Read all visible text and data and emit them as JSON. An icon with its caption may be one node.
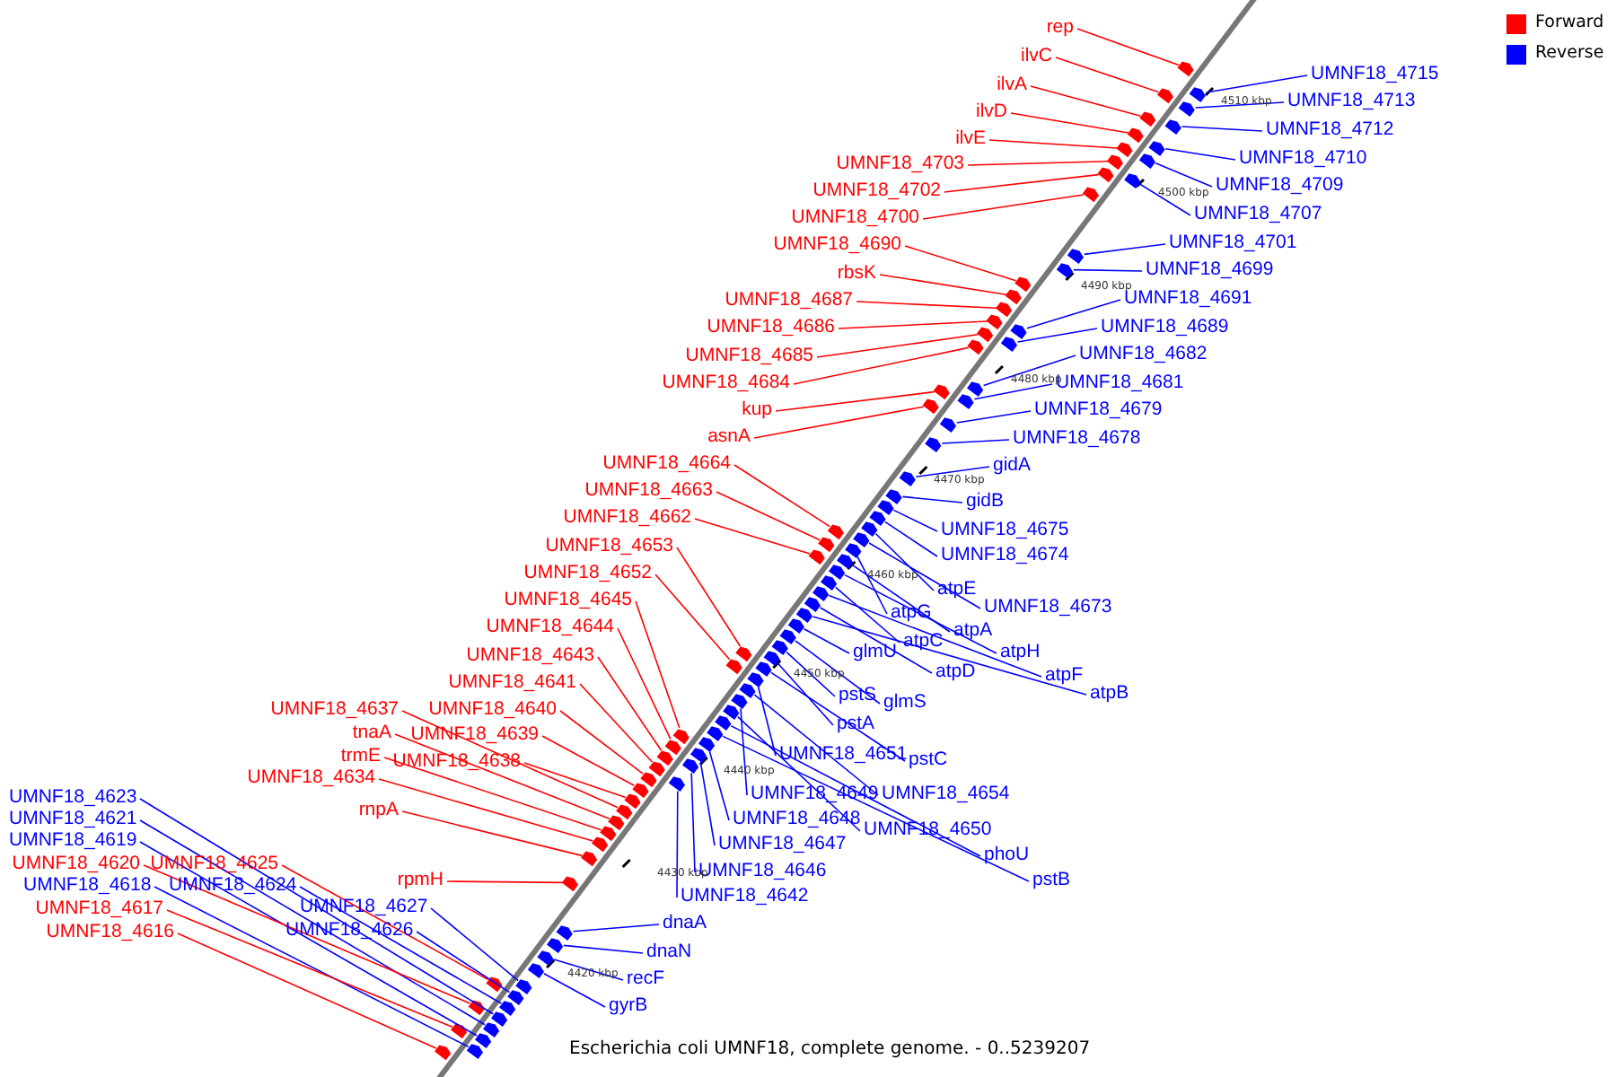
{
  "diagram": {
    "caption": "Escherichia coli UMNF18, complete genome. - 0..5239207",
    "nodes": [
      {
        "text": [
          "rep"
        ]
      },
      {
        "text": [
          "ilvC"
        ]
      },
      {
        "text": [
          "UMNF18_4715"
        ]
      },
      {
        "text": [
          "ilvA"
        ]
      },
      {
        "text": [
          "UMNF18_4713"
        ]
      },
      {
        "text": [
          "ilvD"
        ]
      },
      {
        "text": [
          "UMNF18_4712"
        ]
      },
      {
        "text": [
          "ilvE"
        ]
      },
      {
        "text": [
          "UMNF18_4710"
        ]
      },
      {
        "text": [
          "UMNF18_4703"
        ]
      },
      {
        "text": [
          "UMNF18_4709"
        ]
      },
      {
        "text": [
          "UMNF18_4702"
        ]
      },
      {
        "text": [
          "UMNF18_4707"
        ]
      },
      {
        "text": [
          "UMNF18_4700"
        ]
      },
      {
        "text": [
          "UMNF18_4701"
        ]
      },
      {
        "text": [
          "UMNF18_4690"
        ]
      },
      {
        "text": [
          "UMNF18_4699"
        ]
      },
      {
        "text": [
          "rbsK"
        ]
      },
      {
        "text": [
          "UMNF18_4691"
        ]
      },
      {
        "text": [
          "UMNF18_4687"
        ]
      },
      {
        "text": [
          "UMNF18_4689"
        ]
      },
      {
        "text": [
          "UMNF18_4686"
        ]
      },
      {
        "text": [
          "UMNF18_4682"
        ]
      },
      {
        "text": [
          "UMNF18_4685"
        ]
      },
      {
        "text": [
          "UMNF18_4681"
        ]
      },
      {
        "text": [
          "UMNF18_4684"
        ]
      },
      {
        "text": [
          "UMNF18_4679"
        ]
      },
      {
        "text": [
          "kup"
        ]
      },
      {
        "text": [
          "asnA"
        ]
      },
      {
        "text": [
          "UMNF18_4678"
        ]
      },
      {
        "text": [
          "UMNF18_4664"
        ]
      },
      {
        "text": [
          "gidA"
        ]
      },
      {
        "text": [
          "UMNF18_4663"
        ]
      },
      {
        "text": [
          "gidB"
        ]
      },
      {
        "text": [
          "UMNF18_4662"
        ]
      },
      {
        "text": [
          "UMNF18_4675"
        ]
      },
      {
        "text": [
          "UMNF18_4653"
        ]
      },
      {
        "text": [
          "UMNF18_4674"
        ]
      },
      {
        "text": [
          "UMNF18_4652"
        ]
      },
      {
        "text": [
          "atpE"
        ]
      },
      {
        "text": [
          "UMNF18_4645"
        ]
      },
      {
        "text": [
          "UMNF18_4673"
        ]
      },
      {
        "text": [
          "atpG"
        ]
      },
      {
        "text": [
          "UMNF18_4644"
        ]
      },
      {
        "text": [
          "atpA"
        ]
      },
      {
        "text": [
          "atpC"
        ]
      },
      {
        "text": [
          "atpH"
        ]
      },
      {
        "text": [
          "glmU"
        ]
      },
      {
        "text": [
          "UMNF18_4643"
        ]
      },
      {
        "text": [
          "atpD"
        ]
      },
      {
        "text": [
          "atpF"
        ]
      },
      {
        "text": [
          "UMNF18_4641"
        ]
      },
      {
        "text": [
          "atpB"
        ]
      },
      {
        "text": [
          "pstS"
        ]
      },
      {
        "text": [
          "glmS"
        ]
      },
      {
        "text": [
          "UMNF18_4637"
        ]
      },
      {
        "text": [
          "UMNF18_4640"
        ]
      },
      {
        "text": [
          "pstA"
        ]
      },
      {
        "text": [
          "tnaA"
        ]
      },
      {
        "text": [
          "UMNF18_4639"
        ]
      },
      {
        "text": [
          "UMNF18_4651"
        ]
      },
      {
        "text": [
          "trmE"
        ]
      },
      {
        "text": [
          "pstC"
        ]
      },
      {
        "text": [
          "UMNF18_4638"
        ]
      },
      {
        "text": [
          "UMNF18_4634"
        ]
      },
      {
        "text": [
          "UMNF18_4649"
        ]
      },
      {
        "text": [
          "UMNF18_4654"
        ]
      },
      {
        "text": [
          "UMNF18_4623"
        ]
      },
      {
        "text": [
          "rnpA"
        ]
      },
      {
        "text": [
          "UMNF18_4621"
        ]
      },
      {
        "text": [
          "UMNF18_4648"
        ]
      },
      {
        "text": [
          "UMNF18_4650"
        ]
      },
      {
        "text": [
          "UMNF18_4619"
        ]
      },
      {
        "text": [
          "UMNF18_4647"
        ]
      },
      {
        "text": [
          "phoU"
        ]
      },
      {
        "text": [
          "UMNF18_4620"
        ]
      },
      {
        "text": [
          "UMNF18_4625"
        ]
      },
      {
        "text": [
          "UMNF18_4646"
        ]
      },
      {
        "text": [
          "rpmH"
        ]
      },
      {
        "text": [
          "pstB"
        ]
      },
      {
        "text": [
          "UMNF18_4618"
        ]
      },
      {
        "text": [
          "UMNF18_4624"
        ]
      },
      {
        "text": [
          "UMNF18_4642"
        ]
      },
      {
        "text": [
          "UMNF18_4627"
        ]
      },
      {
        "text": [
          "UMNF18_4617"
        ]
      },
      {
        "text": [
          "dnaA"
        ]
      },
      {
        "text": [
          "UMNF18_4626"
        ]
      },
      {
        "text": [
          "UMNF18_4616"
        ]
      },
      {
        "text": [
          "dnaN"
        ]
      },
      {
        "text": [
          "recF"
        ]
      },
      {
        "text": [
          "gyrB"
        ]
      },
      {
        "text": [],
        "shape": "box"
      },
      {
        "text": [],
        "shape": "box"
      },
      {
        "text": [],
        "shape": "box"
      },
      {
        "text": [],
        "shape": "box"
      },
      {
        "text": [],
        "shape": "box"
      },
      {
        "text": [],
        "shape": "box"
      },
      {
        "text": [],
        "shape": "box"
      },
      {
        "text": [],
        "shape": "box"
      },
      {
        "text": [],
        "shape": "box"
      },
      {
        "text": [],
        "shape": "box"
      },
      {
        "text": [],
        "shape": "box"
      },
      {
        "text": [],
        "shape": "box"
      },
      {
        "text": [],
        "shape": "box"
      },
      {
        "text": [],
        "shape": "box"
      },
      {
        "text": [],
        "shape": "box"
      },
      {
        "text": [],
        "shape": "box"
      },
      {
        "text": [],
        "shape": "box"
      },
      {
        "text": [],
        "shape": "box"
      },
      {
        "text": [],
        "shape": "box"
      },
      {
        "text": [],
        "shape": "box"
      },
      {
        "text": [],
        "shape": "box"
      },
      {
        "text": [],
        "shape": "box"
      },
      {
        "text": [],
        "shape": "box"
      },
      {
        "text": [],
        "shape": "box"
      },
      {
        "text": [],
        "shape": "box"
      },
      {
        "text": [],
        "shape": "box"
      },
      {
        "text": [],
        "shape": "box"
      },
      {
        "text": [],
        "shape": "box"
      },
      {
        "text": [],
        "shape": "box"
      },
      {
        "text": [],
        "shape": "box"
      },
      {
        "text": [],
        "shape": "box"
      },
      {
        "text": [],
        "shape": "box"
      },
      {
        "text": [],
        "shape": "box"
      },
      {
        "text": [],
        "shape": "box"
      },
      {
        "text": [],
        "shape": "box"
      },
      {
        "text": [],
        "shape": "box"
      },
      {
        "text": [],
        "shape": "box"
      },
      {
        "text": [],
        "shape": "box"
      },
      {
        "text": [],
        "shape": "box"
      },
      {
        "text": [],
        "shape": "box"
      },
      {
        "text": [],
        "shape": "box"
      },
      {
        "text": [],
        "shape": "box"
      },
      {
        "text": [],
        "shape": "box"
      },
      {
        "text": [],
        "shape": "box"
      },
      {
        "text": [],
        "shape": "box"
      },
      {
        "text": [],
        "shape": "box"
      },
      {
        "text": [],
        "shape": "box"
      },
      {
        "text": [],
        "shape": "box"
      },
      {
        "text": [],
        "shape": "box"
      },
      {
        "text": [],
        "shape": "box"
      },
      {
        "text": [],
        "shape": "box"
      },
      {
        "text": [],
        "shape": "box"
      },
      {
        "text": [],
        "shape": "box"
      },
      {
        "text": [],
        "shape": "box"
      },
      {
        "text": [],
        "shape": "box"
      },
      {
        "text": [],
        "shape": "box"
      },
      {
        "text": [],
        "shape": "box"
      },
      {
        "text": [],
        "shape": "box"
      },
      {
        "text": [],
        "shape": "box"
      },
      {
        "text": [],
        "shape": "box"
      },
      {
        "text": [],
        "shape": "box"
      },
      {
        "text": [],
        "shape": "box"
      },
      {
        "text": [],
        "shape": "box"
      },
      {
        "text": [],
        "shape": "box"
      },
      {
        "text": [],
        "shape": "box"
      },
      {
        "text": [],
        "shape": "box"
      },
      {
        "text": [],
        "shape": "box"
      },
      {
        "text": [],
        "shape": "box"
      },
      {
        "text": [],
        "shape": "box"
      },
      {
        "text": [],
        "shape": "box"
      },
      {
        "text": [],
        "shape": "box"
      },
      {
        "text": [],
        "shape": "box"
      },
      {
        "text": [],
        "shape": "box"
      },
      {
        "text": [],
        "shape": "box"
      },
      {
        "text": [],
        "shape": "box"
      },
      {
        "text": [],
        "shape": "box"
      },
      {
        "text": [],
        "shape": "box"
      },
      {
        "text": [],
        "shape": "box"
      },
      {
        "text": [],
        "shape": "box"
      },
      {
        "text": [],
        "shape": "box"
      },
      {
        "text": [],
        "shape": "box"
      },
      {
        "text": [],
        "shape": "box"
      },
      {
        "text": [],
        "shape": "box"
      },
      {
        "text": [],
        "shape": "box"
      },
      {
        "text": [],
        "shape": "box"
      },
      {
        "text": [],
        "shape": "box"
      },
      {
        "text": [],
        "shape": "box"
      },
      {
        "text": [],
        "shape": "box"
      },
      {
        "text": [],
        "shape": "box"
      },
      {
        "text": [],
        "shape": "box"
      },
      {
        "text": [],
        "shape": "box"
      }
    ],
    "edges": [
      {
        "from": 0,
        "to": 91,
        "arrow": "none",
        "color": "#ff0000"
      },
      {
        "from": 1,
        "to": 92,
        "arrow": "none",
        "color": "#ff0000"
      },
      {
        "from": 2,
        "to": 93,
        "arrow": "none",
        "color": "#0000ff"
      },
      {
        "from": 3,
        "to": 94,
        "arrow": "none",
        "color": "#ff0000"
      },
      {
        "from": 4,
        "to": 95,
        "arrow": "none",
        "color": "#0000ff"
      },
      {
        "from": 5,
        "to": 96,
        "arrow": "none",
        "color": "#ff0000"
      },
      {
        "from": 6,
        "to": 97,
        "arrow": "none",
        "color": "#0000ff"
      },
      {
        "from": 7,
        "to": 98,
        "arrow": "none",
        "color": "#ff0000"
      },
      {
        "from": 8,
        "to": 99,
        "arrow": "none",
        "color": "#0000ff"
      },
      {
        "from": 9,
        "to": 100,
        "arrow": "none",
        "color": "#ff0000"
      },
      {
        "from": 10,
        "to": 101,
        "arrow": "none",
        "color": "#0000ff"
      },
      {
        "from": 11,
        "to": 102,
        "arrow": "none",
        "color": "#ff0000"
      },
      {
        "from": 12,
        "to": 103,
        "arrow": "none",
        "color": "#0000ff"
      },
      {
        "from": 13,
        "to": 104,
        "arrow": "none",
        "color": "#ff0000"
      },
      {
        "from": 14,
        "to": 105,
        "arrow": "none",
        "color": "#0000ff"
      },
      {
        "from": 15,
        "to": 106,
        "arrow": "none",
        "color": "#ff0000"
      },
      {
        "from": 16,
        "to": 107,
        "arrow": "none",
        "color": "#0000ff"
      },
      {
        "from": 17,
        "to": 108,
        "arrow": "none",
        "color": "#ff0000"
      },
      {
        "from": 18,
        "to": 109,
        "arrow": "none",
        "color": "#0000ff"
      },
      {
        "from": 19,
        "to": 110,
        "arrow": "none",
        "color": "#ff0000"
      },
      {
        "from": 20,
        "to": 111,
        "arrow": "none",
        "color": "#0000ff"
      },
      {
        "from": 21,
        "to": 112,
        "arrow": "none",
        "color": "#ff0000"
      },
      {
        "from": 22,
        "to": 113,
        "arrow": "none",
        "color": "#0000ff"
      },
      {
        "from": 23,
        "to": 114,
        "arrow": "none",
        "color": "#ff0000"
      },
      {
        "from": 24,
        "to": 115,
        "arrow": "none",
        "color": "#0000ff"
      },
      {
        "from": 25,
        "to": 116,
        "arrow": "none",
        "color": "#ff0000"
      },
      {
        "from": 26,
        "to": 117,
        "arrow": "none",
        "color": "#0000ff"
      },
      {
        "from": 27,
        "to": 118,
        "arrow": "none",
        "color": "#ff0000"
      },
      {
        "from": 28,
        "to": 119,
        "arrow": "none",
        "color": "#ff0000"
      },
      {
        "from": 29,
        "to": 120,
        "arrow": "none",
        "color": "#0000ff"
      },
      {
        "from": 30,
        "to": 121,
        "arrow": "none",
        "color": "#ff0000"
      },
      {
        "from": 31,
        "to": 122,
        "arrow": "none",
        "color": "#0000ff"
      },
      {
        "from": 32,
        "to": 123,
        "arrow": "none",
        "color": "#ff0000"
      },
      {
        "from": 33,
        "to": 124,
        "arrow": "none",
        "color": "#0000ff"
      },
      {
        "from": 34,
        "to": 125,
        "arrow": "none",
        "color": "#ff0000"
      },
      {
        "from": 35,
        "to": 126,
        "arrow": "none",
        "color": "#0000ff"
      },
      {
        "from": 36,
        "to": 127,
        "arrow": "none",
        "color": "#ff0000"
      },
      {
        "from": 37,
        "to": 128,
        "arrow": "none",
        "color": "#0000ff"
      },
      {
        "from": 38,
        "to": 129,
        "arrow": "none",
        "color": "#ff0000"
      },
      {
        "from": 39,
        "to": 130,
        "arrow": "none",
        "color": "#0000ff"
      },
      {
        "from": 40,
        "to": 131,
        "arrow": "none",
        "color": "#ff0000"
      },
      {
        "from": 41,
        "to": 132,
        "arrow": "none",
        "color": "#0000ff"
      },
      {
        "from": 42,
        "to": 133,
        "arrow": "none",
        "color": "#0000ff"
      },
      {
        "from": 43,
        "to": 134,
        "arrow": "none",
        "color": "#ff0000"
      },
      {
        "from": 44,
        "to": 135,
        "arrow": "none",
        "color": "#0000ff"
      },
      {
        "from": 45,
        "to": 136,
        "arrow": "none",
        "color": "#0000ff"
      },
      {
        "from": 46,
        "to": 137,
        "arrow": "none",
        "color": "#0000ff"
      },
      {
        "from": 47,
        "to": 138,
        "arrow": "none",
        "color": "#0000ff"
      },
      {
        "from": 48,
        "to": 139,
        "arrow": "none",
        "color": "#ff0000"
      },
      {
        "from": 49,
        "to": 140,
        "arrow": "none",
        "color": "#0000ff"
      },
      {
        "from": 50,
        "to": 141,
        "arrow": "none",
        "color": "#0000ff"
      },
      {
        "from": 51,
        "to": 142,
        "arrow": "none",
        "color": "#ff0000"
      },
      {
        "from": 52,
        "to": 143,
        "arrow": "none",
        "color": "#0000ff"
      },
      {
        "from": 53,
        "to": 144,
        "arrow": "none",
        "color": "#0000ff"
      },
      {
        "from": 54,
        "to": 145,
        "arrow": "none",
        "color": "#0000ff"
      },
      {
        "from": 55,
        "to": 146,
        "arrow": "none",
        "color": "#ff0000"
      },
      {
        "from": 56,
        "to": 147,
        "arrow": "none",
        "color": "#ff0000"
      },
      {
        "from": 57,
        "to": 148,
        "arrow": "none",
        "color": "#0000ff"
      },
      {
        "from": 58,
        "to": 149,
        "arrow": "none",
        "color": "#ff0000"
      },
      {
        "from": 59,
        "to": 150,
        "arrow": "none",
        "color": "#ff0000"
      },
      {
        "from": 60,
        "to": 151,
        "arrow": "none",
        "color": "#0000ff"
      },
      {
        "from": 61,
        "to": 152,
        "arrow": "none",
        "color": "#ff0000"
      },
      {
        "from": 62,
        "to": 153,
        "arrow": "none",
        "color": "#0000ff"
      },
      {
        "from": 63,
        "to": 154,
        "arrow": "none",
        "color": "#ff0000"
      },
      {
        "from": 64,
        "to": 155,
        "arrow": "none",
        "color": "#ff0000"
      },
      {
        "from": 65,
        "to": 156,
        "arrow": "none",
        "color": "#0000ff"
      },
      {
        "from": 66,
        "to": 157,
        "arrow": "none",
        "color": "#0000ff"
      },
      {
        "from": 67,
        "to": 158,
        "arrow": "none",
        "color": "#0000ff"
      },
      {
        "from": 68,
        "to": 159,
        "arrow": "none",
        "color": "#ff0000"
      },
      {
        "from": 69,
        "to": 160,
        "arrow": "none",
        "color": "#0000ff"
      },
      {
        "from": 70,
        "to": 161,
        "arrow": "none",
        "color": "#0000ff"
      },
      {
        "from": 71,
        "to": 162,
        "arrow": "none",
        "color": "#0000ff"
      },
      {
        "from": 72,
        "to": 163,
        "arrow": "none",
        "color": "#0000ff"
      },
      {
        "from": 73,
        "to": 164,
        "arrow": "none",
        "color": "#0000ff"
      },
      {
        "from": 74,
        "to": 165,
        "arrow": "none",
        "color": "#0000ff"
      },
      {
        "from": 75,
        "to": 166,
        "arrow": "none",
        "color": "#ff0000"
      },
      {
        "from": 76,
        "to": 167,
        "arrow": "none",
        "color": "#ff0000"
      },
      {
        "from": 77,
        "to": 168,
        "arrow": "none",
        "color": "#0000ff"
      },
      {
        "from": 78,
        "to": 169,
        "arrow": "none",
        "color": "#ff0000"
      },
      {
        "from": 79,
        "to": 170,
        "arrow": "none",
        "color": "#0000ff"
      },
      {
        "from": 80,
        "to": 171,
        "arrow": "none",
        "color": "#0000ff"
      },
      {
        "from": 81,
        "to": 172,
        "arrow": "none",
        "color": "#0000ff"
      },
      {
        "from": 82,
        "to": 173,
        "arrow": "none",
        "color": "#0000ff"
      },
      {
        "from": 83,
        "to": 174,
        "arrow": "none",
        "color": "#0000ff"
      },
      {
        "from": 84,
        "to": 175,
        "arrow": "none",
        "color": "#ff0000"
      },
      {
        "from": 85,
        "to": 176,
        "arrow": "none",
        "color": "#0000ff"
      },
      {
        "from": 86,
        "to": 177,
        "arrow": "none",
        "color": "#0000ff"
      },
      {
        "from": 87,
        "to": 178,
        "arrow": "none",
        "color": "#ff0000"
      },
      {
        "from": 88,
        "to": 179,
        "arrow": "none",
        "color": "#0000ff"
      },
      {
        "from": 89,
        "to": 180,
        "arrow": "none",
        "color": "#0000ff"
      },
      {
        "from": 90,
        "to": 181,
        "arrow": "none",
        "color": "#0000ff"
      }
    ],
    "labels": [
      "4510 kbp",
      "4500 kbp",
      "4490 kbp",
      "4480 kbp",
      "4470 kbp",
      "4460 kbp",
      "4450 kbp",
      "4440 kbp",
      "4430 kbp",
      "4420 kbp"
    ],
    "legend": [
      {
        "text": "Forward",
        "color": "#ff0000"
      },
      {
        "text": "Reverse",
        "color": "#0000ff"
      }
    ]
  }
}
